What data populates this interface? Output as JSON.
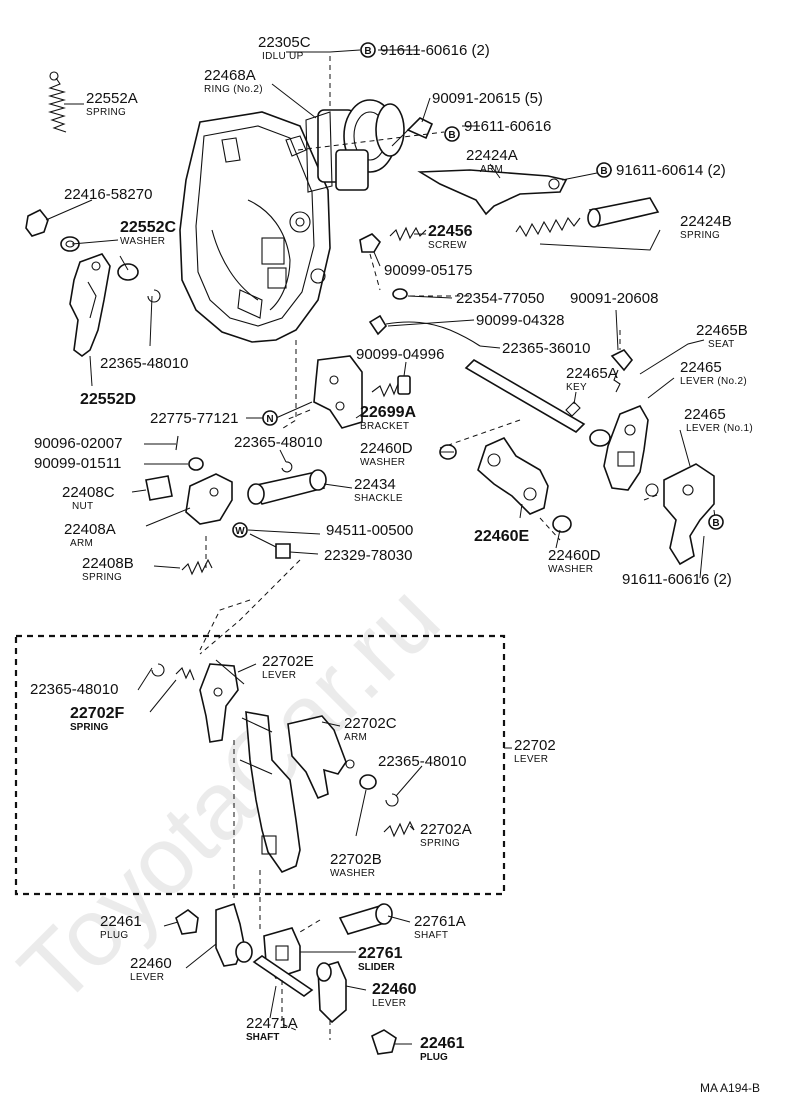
{
  "watermark": "ToyotaCar.ru",
  "reference_code": "MA A194-B",
  "markers": {
    "b": "B",
    "n": "N",
    "w": "W"
  },
  "labels": {
    "p22305C": {
      "num": "22305C",
      "sub": "IDLU UP"
    },
    "p91611_60616_2_top": {
      "num": "91611-60616 (2)"
    },
    "p22468A": {
      "num": "22468A",
      "sub": "RING (No.2)"
    },
    "p22552A": {
      "num": "22552A",
      "sub": "SPRING"
    },
    "p90091_20615": {
      "num": "90091-20615 (5)"
    },
    "p91611_60616": {
      "num": "91611-60616"
    },
    "p22424A": {
      "num": "22424A",
      "sub": "ARM"
    },
    "p91611_60614": {
      "num": "91611-60614 (2)"
    },
    "p22416_58270": {
      "num": "22416-58270"
    },
    "p22552C": {
      "num": "22552C",
      "sub": "WASHER"
    },
    "p22456": {
      "num": "22456",
      "sub": "SCREW"
    },
    "p22424B": {
      "num": "22424B",
      "sub": "SPRING"
    },
    "p90099_05175": {
      "num": "90099-05175"
    },
    "p22354_77050": {
      "num": "22354-77050"
    },
    "p90091_20608": {
      "num": "90091-20608"
    },
    "p90099_04328": {
      "num": "90099-04328"
    },
    "p22465B": {
      "num": "22465B",
      "sub": "SEAT"
    },
    "p22365_48010_a": {
      "num": "22365-48010"
    },
    "p22365_36010": {
      "num": "22365-36010"
    },
    "p90099_04996": {
      "num": "90099-04996"
    },
    "p22465A": {
      "num": "22465A",
      "sub": "KEY"
    },
    "p22465_2": {
      "num": "22465",
      "sub": "LEVER (No.2)"
    },
    "p22552D": {
      "num": "22552D"
    },
    "p22775_77121": {
      "num": "22775-77121"
    },
    "p22699A": {
      "num": "22699A",
      "sub": "BRACKET"
    },
    "p22465_1": {
      "num": "22465",
      "sub": "LEVER (No.1)"
    },
    "p90096_02007": {
      "num": "90096-02007"
    },
    "p22365_48010_b": {
      "num": "22365-48010"
    },
    "p22460D_top": {
      "num": "22460D",
      "sub": "WASHER"
    },
    "p90099_01511": {
      "num": "90099-01511"
    },
    "p22434": {
      "num": "22434",
      "sub": "SHACKLE"
    },
    "p22408C": {
      "num": "22408C",
      "sub": "NUT"
    },
    "p22408A": {
      "num": "22408A",
      "sub": "ARM"
    },
    "p94511_00500": {
      "num": "94511-00500"
    },
    "p22460E": {
      "num": "22460E"
    },
    "p22460D_bot": {
      "num": "22460D",
      "sub": "WASHER"
    },
    "p22329_78030": {
      "num": "22329-78030"
    },
    "p22408B": {
      "num": "22408B",
      "sub": "SPRING"
    },
    "p91611_60616_2_right": {
      "num": "91611-60616 (2)"
    },
    "p22702E": {
      "num": "22702E",
      "sub": "LEVER"
    },
    "p22365_48010_c": {
      "num": "22365-48010"
    },
    "p22702F": {
      "num": "22702F",
      "sub": "SPRING"
    },
    "p22702C": {
      "num": "22702C",
      "sub": "ARM"
    },
    "p22702": {
      "num": "22702",
      "sub": "LEVER"
    },
    "p22365_48010_d": {
      "num": "22365-48010"
    },
    "p22702A": {
      "num": "22702A",
      "sub": "SPRING"
    },
    "p22702B": {
      "num": "22702B",
      "sub": "WASHER"
    },
    "p22461_top": {
      "num": "22461",
      "sub": "PLUG"
    },
    "p22761A": {
      "num": "22761A",
      "sub": "SHAFT"
    },
    "p22460_left": {
      "num": "22460",
      "sub": "LEVER"
    },
    "p22761": {
      "num": "22761",
      "sub": "SLIDER"
    },
    "p22460_right": {
      "num": "22460",
      "sub": "LEVER"
    },
    "p22471A": {
      "num": "22471A",
      "sub": "SHAFT"
    },
    "p22461_bot": {
      "num": "22461",
      "sub": "PLUG"
    }
  }
}
